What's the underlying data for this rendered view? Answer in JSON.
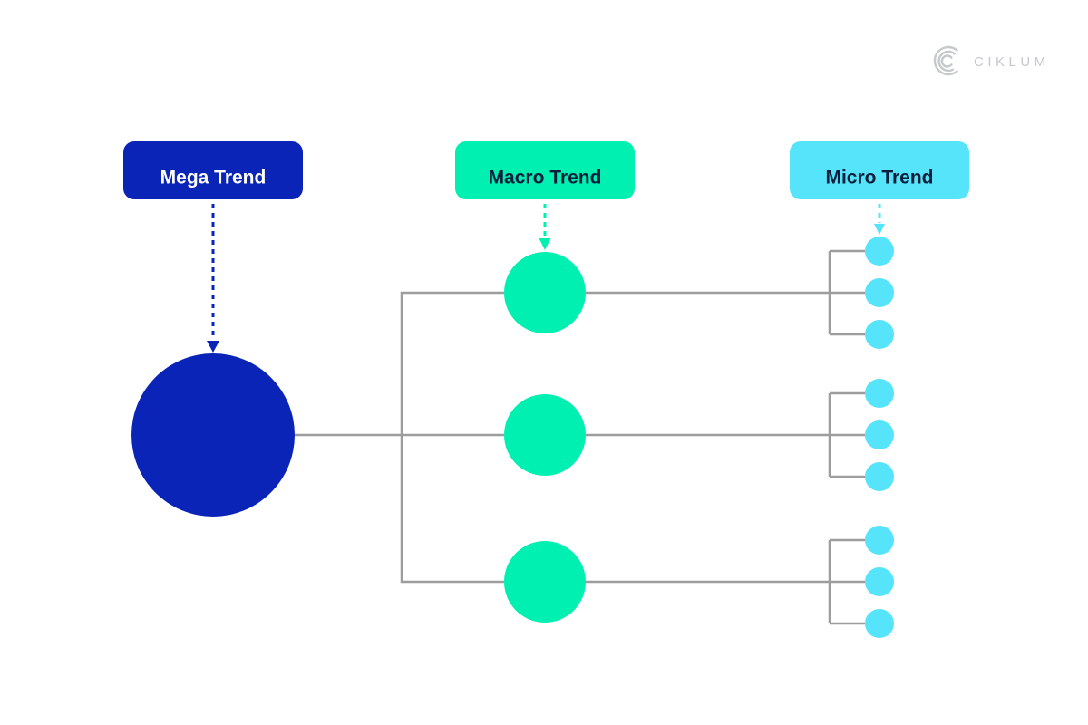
{
  "brand": {
    "name": "CIKLUM",
    "logo_icon": "concentric-c-arcs"
  },
  "diagram": {
    "title_boxes": [
      {
        "id": "mega",
        "label": "Mega Trend"
      },
      {
        "id": "macro",
        "label": "Macro Trend"
      },
      {
        "id": "micro",
        "label": "Micro Trend"
      }
    ],
    "colors": {
      "mega": "#0b24b8",
      "macro": "#00f0b2",
      "micro": "#55e4fa",
      "connector": "#9d9d9d",
      "box_text_dark": "#0a1f3c",
      "box_text_light": "#ffffff",
      "logo": "#c6c9cb"
    },
    "structure": {
      "mega_nodes": 1,
      "macro_nodes": 3,
      "micro_nodes_per_macro": 3,
      "total_micro_nodes": 9
    }
  }
}
